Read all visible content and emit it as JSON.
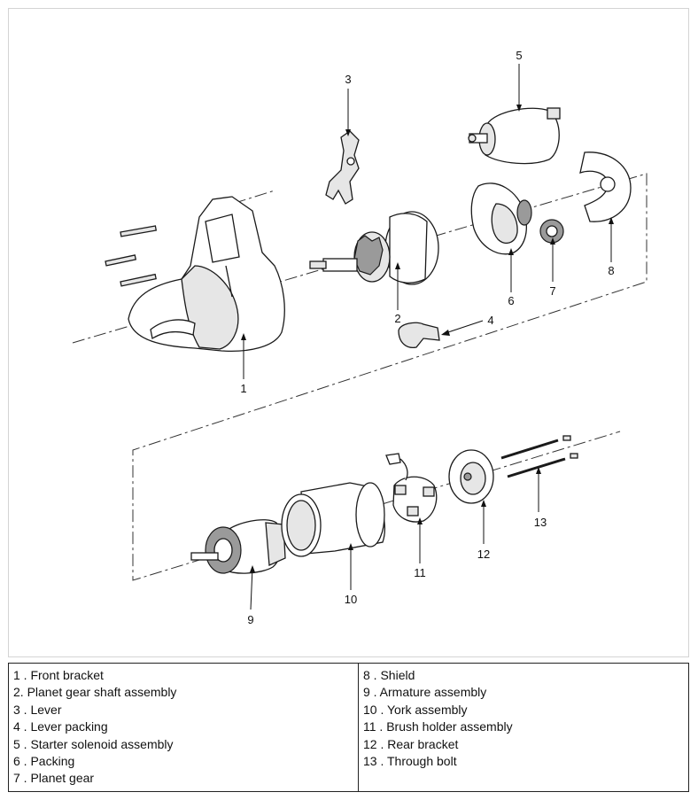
{
  "callouts": {
    "c1": "1",
    "c2": "2",
    "c3": "3",
    "c4": "4",
    "c5": "5",
    "c6": "6",
    "c7": "7",
    "c8": "8",
    "c9": "9",
    "c10": "10",
    "c11": "11",
    "c12": "12",
    "c13": "13"
  },
  "legend": {
    "left": [
      "1 . Front bracket",
      "2. Planet gear shaft assembly",
      "3 . Lever",
      "4 . Lever packing",
      "5 . Starter solenoid assembly",
      "6 . Packing",
      "7 . Planet gear"
    ],
    "right": [
      "8 . Shield",
      "9 . Armature assembly",
      "10 . York assembly",
      "11 . Brush holder assembly",
      "12 . Rear bracket",
      "13 . Through bolt"
    ]
  }
}
